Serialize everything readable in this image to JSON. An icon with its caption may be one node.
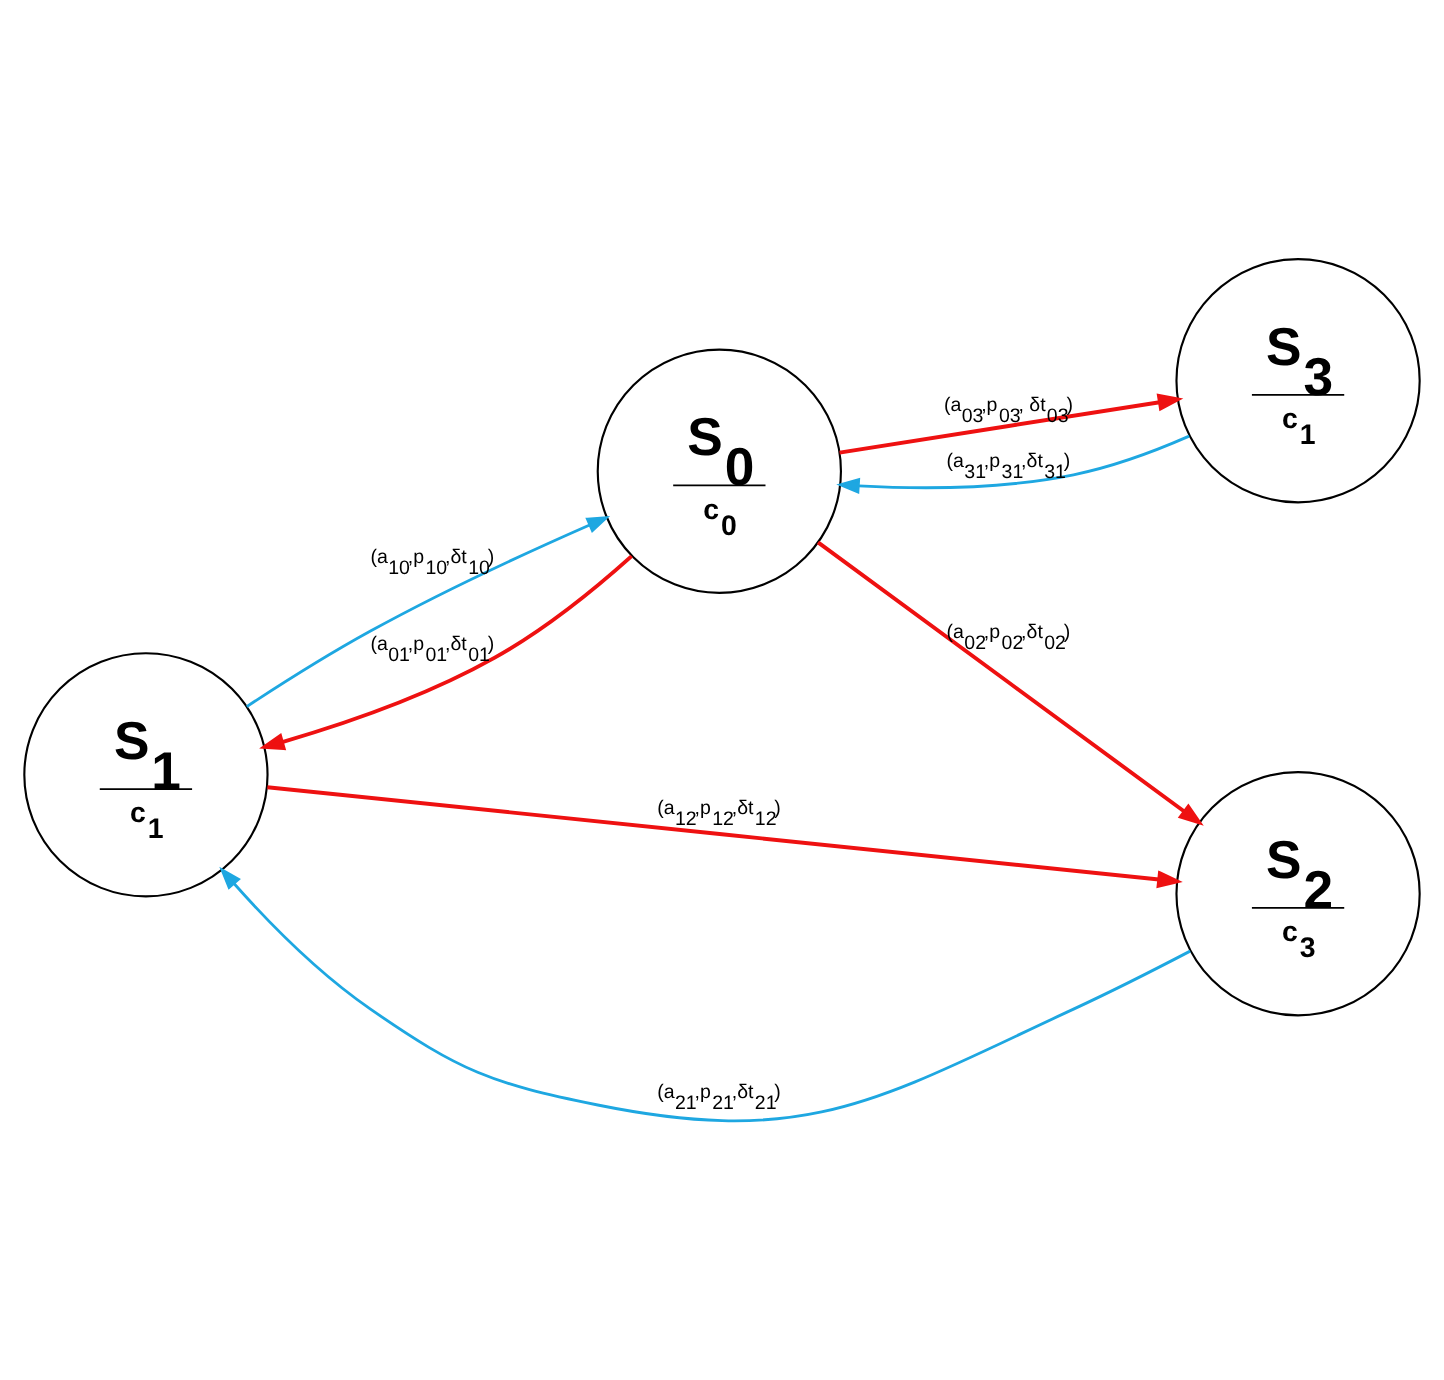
{
  "diagram": {
    "nodes": [
      {
        "text": [
          "S$_{1}$",
          "c$_{1}$"
        ]
      },
      {
        "text": [
          "S$_{0}$",
          "c$_{0}$"
        ]
      },
      {
        "text": [
          "S$_{2}$",
          "c$_{3}$"
        ]
      },
      {
        "text": [
          "S$_{3}$",
          "c$_{1}$"
        ]
      }
    ],
    "edges": [
      {
        "from": 0,
        "to": 1,
        "arrow": "to",
        "label": "(a$_{10}$,p$_{10}$,δt$_{10}$)",
        "color": "#1ea7e1"
      },
      {
        "from": 2,
        "to": 0,
        "arrow": "to",
        "label": "(a$_{21}$,p$_{21}$,δt$_{21}$)",
        "color": "#1ea7e1"
      },
      {
        "from": 1,
        "to": 0,
        "arrow": "to",
        "label": "(a$_{01}$,p$_{01}$,δt$_{01}$)"
      },
      {
        "from": 0,
        "to": 2,
        "arrow": "to",
        "label": "(a$_{12}$,p$_{12}$,δt$_{12}$)"
      },
      {
        "from": 1,
        "to": 2,
        "arrow": "to",
        "label": "(a$_{02}$,p$_{02}$,δt$_{02}$)"
      },
      {
        "from": 1,
        "to": 3,
        "arrow": "to",
        "label": "(a$_{03}$,p$_{03}$, δt$_{03}$)"
      },
      {
        "from": 3,
        "to": 1,
        "arrow": "to",
        "label": "(a$_{31}$,p$_{31}$,δt$_{31}$)",
        "color": "#1ea7e1"
      }
    ]
  }
}
